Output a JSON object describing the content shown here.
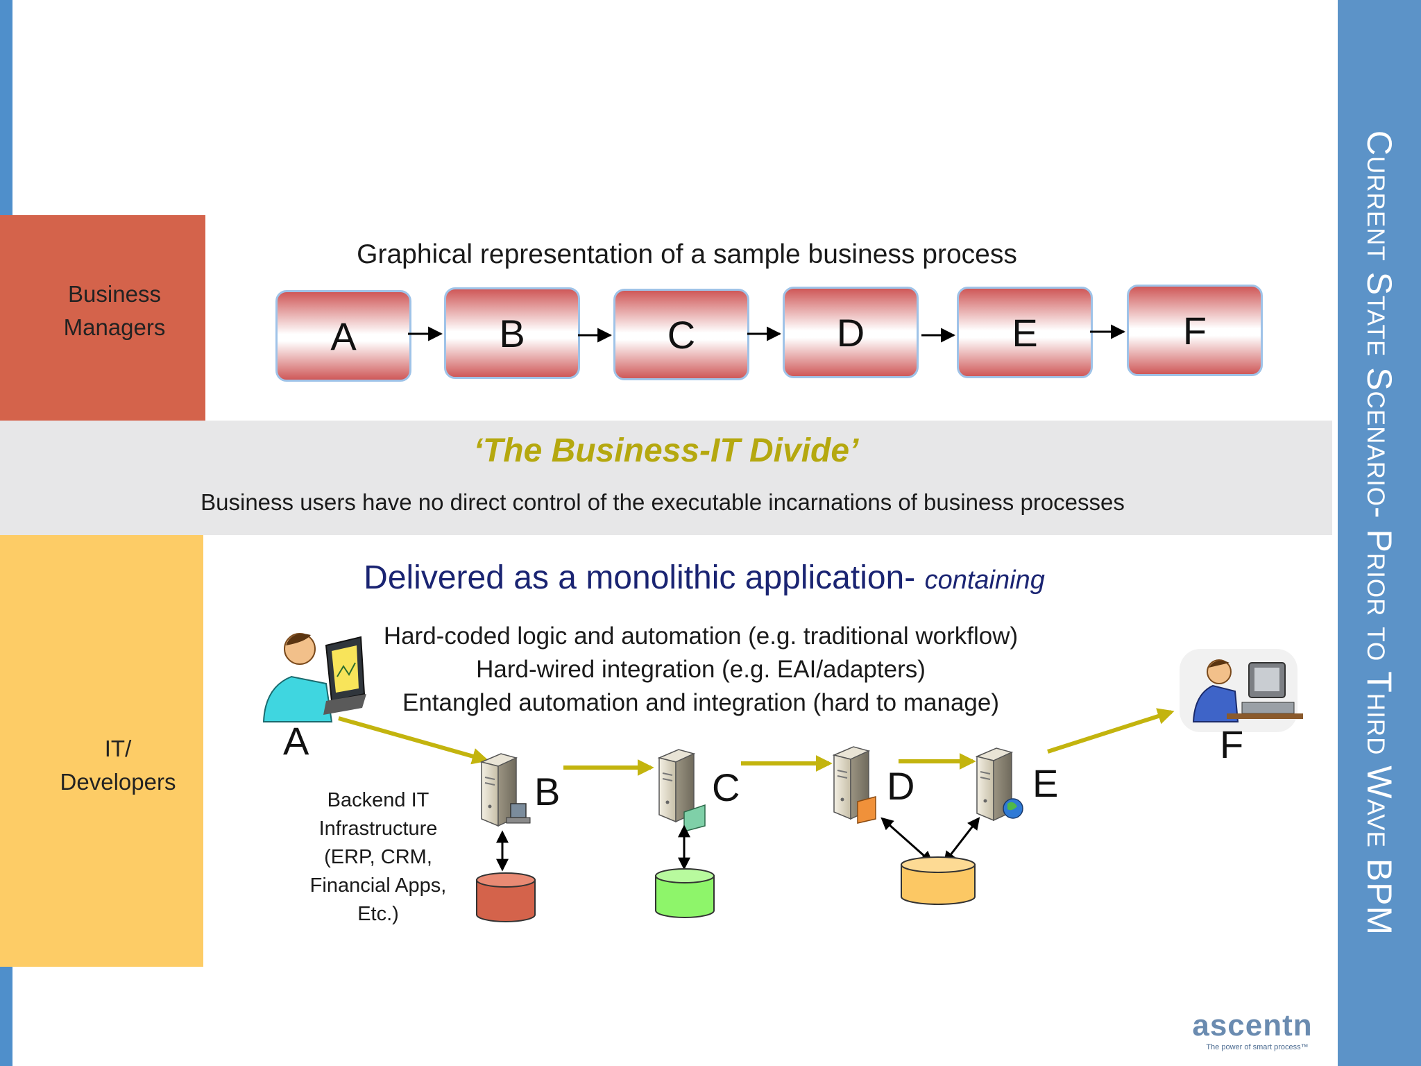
{
  "side_title": "Current State Scenario- Prior to Third Wave BPM",
  "business_lane": {
    "label_line1": "Business",
    "label_line2": "Managers"
  },
  "it_lane": {
    "label_line1": "IT/",
    "label_line2": "Developers"
  },
  "process": {
    "title": "Graphical representation of a sample business process",
    "steps": [
      "A",
      "B",
      "C",
      "D",
      "E",
      "F"
    ]
  },
  "divide": {
    "title": "‘The Business-IT Divide’",
    "subtitle": "Business users have no direct control of the executable incarnations of business processes"
  },
  "monolithic": {
    "title": "Delivered as a monolithic application-",
    "title_em": "containing",
    "points": [
      "Hard-coded logic and automation (e.g. traditional workflow)",
      "Hard-wired integration (e.g. EAI/adapters)",
      "Entangled automation and integration (hard to manage)"
    ]
  },
  "backend": {
    "lines": [
      "Backend IT",
      "Infrastructure",
      "(ERP, CRM,",
      "Financial Apps,",
      "Etc.)"
    ]
  },
  "nodes": {
    "a": "A",
    "b": "B",
    "c": "C",
    "d": "D",
    "e": "E",
    "f": "F"
  },
  "logo": {
    "name": "ascentn",
    "tagline": "The power of smart process™"
  },
  "colors": {
    "side_bar": "#5c93c8",
    "business_lane": "#d4634b",
    "it_lane": "#fdcc66",
    "divide_band": "#e7e7e8",
    "divide_title": "#b5a80f",
    "mono_title": "#1a2472",
    "flow_arrow": "#c3b40e",
    "db_b": "#d4634b",
    "db_c": "#8ef56a",
    "db_de": "#fcc864"
  }
}
